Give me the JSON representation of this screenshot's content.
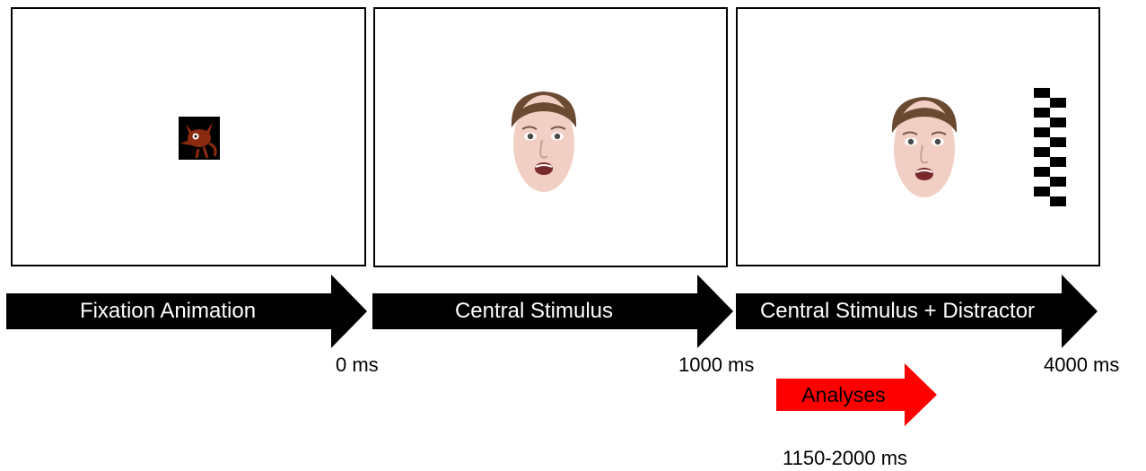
{
  "arrows": {
    "fixation": "Fixation Animation",
    "central": "Central Stimulus",
    "distractor": "Central Stimulus + Distractor",
    "analyses": "Analyses"
  },
  "times": {
    "t0": "0 ms",
    "t1000": "1000 ms",
    "t4000": "4000 ms",
    "analyses_window": "1150-2000 ms"
  },
  "colors": {
    "arrow": "#000000",
    "analyses_arrow": "#ff0000",
    "fox": "#8b2a0e"
  },
  "icons": {
    "fixation": "cartoon-fox-icon",
    "stimulus": "fearful-face-icon",
    "distractor": "checkerboard-icon"
  }
}
